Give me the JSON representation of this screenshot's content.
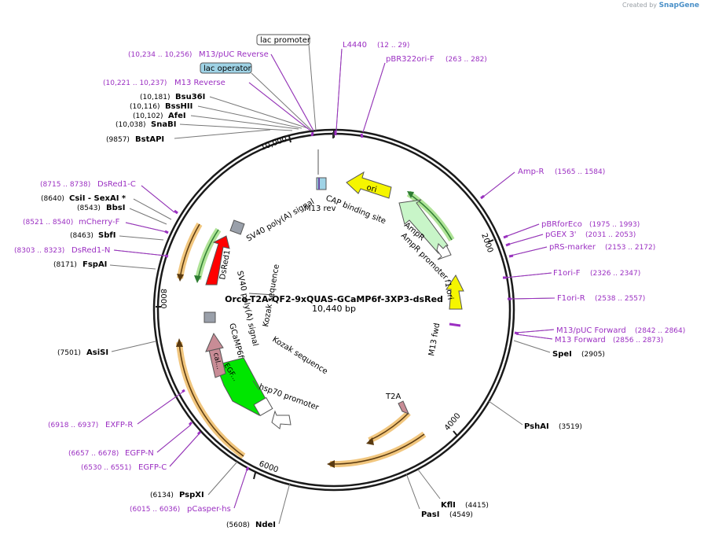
{
  "brand": {
    "prefix": "Created by",
    "name": "SnapGene"
  },
  "plasmid": {
    "name": "Orco-T2A-QF2-9xQUAS-GCaMP6f-3XP3-dsRed",
    "size_label": "10,440 bp",
    "length": 10440
  },
  "ticks": [
    {
      "label": "2000",
      "bp": 2000
    },
    {
      "label": "4000",
      "bp": 4000
    },
    {
      "label": "6000",
      "bp": 6000
    },
    {
      "label": "8000",
      "bp": 8000
    },
    {
      "label": "10,000",
      "bp": 10000
    }
  ],
  "boxed_labels": [
    {
      "name": "lac-promoter",
      "text": "lac promoter",
      "fill": "#ffffff",
      "bp": 10300
    },
    {
      "name": "lac-operator",
      "text": "lac operator",
      "fill": "#9fd3e6",
      "bp": 10250
    }
  ],
  "left_labels": [
    {
      "name": "m13-puc-reverse",
      "kind": "primer",
      "pos": "(10,234 .. 10,256)",
      "text": "M13/pUC Reverse",
      "bp": 10245
    },
    {
      "name": "m13-reverse",
      "kind": "primer",
      "pos": "(10,221 .. 10,237)",
      "text": "M13 Reverse",
      "bp": 10229
    },
    {
      "name": "bsu36i",
      "kind": "site",
      "pos": "(10,181)",
      "text": "Bsu36I",
      "bp": 10181
    },
    {
      "name": "bsshii",
      "kind": "site",
      "pos": "(10,116)",
      "text": "BssHII",
      "bp": 10116
    },
    {
      "name": "afei",
      "kind": "site",
      "pos": "(10,102)",
      "text": "AfeI",
      "bp": 10102
    },
    {
      "name": "snabi",
      "kind": "site",
      "pos": "(10,038)",
      "text": "SnaBI",
      "bp": 10038
    },
    {
      "name": "bstapi",
      "kind": "site",
      "pos": "(9857)",
      "text": "BstAPI",
      "bp": 9857
    },
    {
      "name": "dsred1-c",
      "kind": "primer",
      "pos": "(8715 .. 8738)",
      "text": "DsRed1-C",
      "bp": 8726
    },
    {
      "name": "csii-sexai",
      "kind": "site",
      "pos": "(8640)",
      "text": "CsiI  - SexAI *",
      "bp": 8640
    },
    {
      "name": "bbsi",
      "kind": "site",
      "pos": "(8543)",
      "text": "BbsI",
      "bp": 8543
    },
    {
      "name": "mcherry-f",
      "kind": "primer",
      "pos": "(8521 .. 8540)",
      "text": "mCherry-F",
      "bp": 8530
    },
    {
      "name": "sbfi",
      "kind": "site",
      "pos": "(8463)",
      "text": "SbfI",
      "bp": 8463
    },
    {
      "name": "dsred1-n",
      "kind": "primer",
      "pos": "(8303 .. 8323)",
      "text": "DsRed1-N",
      "bp": 8313
    },
    {
      "name": "fspai",
      "kind": "site",
      "pos": "(8171)",
      "text": "FspAI",
      "bp": 8171
    },
    {
      "name": "asisi",
      "kind": "site",
      "pos": "(7501)",
      "text": "AsiSI",
      "bp": 7501
    },
    {
      "name": "exfp-r",
      "kind": "primer",
      "pos": "(6918 .. 6937)",
      "text": "EXFP-R",
      "bp": 6927
    },
    {
      "name": "egfp-n",
      "kind": "primer",
      "pos": "(6657 .. 6678)",
      "text": "EGFP-N",
      "bp": 6667
    },
    {
      "name": "egfp-c",
      "kind": "primer",
      "pos": "(6530 .. 6551)",
      "text": "EGFP-C",
      "bp": 6540
    },
    {
      "name": "pspxi",
      "kind": "site",
      "pos": "(6134)",
      "text": "PspXI",
      "bp": 6134
    },
    {
      "name": "pcasper-hs",
      "kind": "primer",
      "pos": "(6015 .. 6036)",
      "text": "pCasper-hs",
      "bp": 6025
    },
    {
      "name": "ndei",
      "kind": "site",
      "pos": "(5608)",
      "text": "NdeI",
      "bp": 5608
    }
  ],
  "right_labels": [
    {
      "name": "l4440",
      "kind": "primer",
      "text": "L4440",
      "pos": "(12 .. 29)",
      "bp": 20
    },
    {
      "name": "pbr322ori-f",
      "kind": "primer",
      "text": "pBR322ori-F",
      "pos": "(263 .. 282)",
      "bp": 272
    },
    {
      "name": "amp-r",
      "kind": "primer",
      "text": "Amp-R",
      "pos": "(1565 .. 1584)",
      "bp": 1574
    },
    {
      "name": "pbrforeco",
      "kind": "primer",
      "text": "pBRforEco",
      "pos": "(1975 .. 1993)",
      "bp": 1984
    },
    {
      "name": "pgex-3",
      "kind": "primer",
      "text": "pGEX 3'",
      "pos": "(2031 .. 2053)",
      "bp": 2042
    },
    {
      "name": "prs-marker",
      "kind": "primer",
      "text": "pRS-marker",
      "pos": "(2153 .. 2172)",
      "bp": 2162
    },
    {
      "name": "f1ori-f",
      "kind": "primer",
      "text": "F1ori-F",
      "pos": "(2326 .. 2347)",
      "bp": 2336
    },
    {
      "name": "f1ori-r",
      "kind": "primer",
      "text": "F1ori-R",
      "pos": "(2538 .. 2557)",
      "bp": 2547
    },
    {
      "name": "m13-puc-forward",
      "kind": "primer",
      "text": "M13/pUC Forward",
      "pos": "(2842 .. 2864)",
      "bp": 2853
    },
    {
      "name": "m13-forward",
      "kind": "primer",
      "text": "M13 Forward",
      "pos": "(2856 .. 2873)",
      "bp": 2864
    },
    {
      "name": "spei",
      "kind": "site",
      "text": "SpeI",
      "pos": "(2905)",
      "bp": 2905
    },
    {
      "name": "pshai",
      "kind": "site",
      "text": "PshAI",
      "pos": "(3519)",
      "bp": 3519
    },
    {
      "name": "kfli",
      "kind": "site",
      "text": "KflI",
      "pos": "(4415)",
      "bp": 4415
    },
    {
      "name": "pasi",
      "kind": "site",
      "text": "PasI",
      "pos": "(4549)",
      "bp": 4549
    }
  ],
  "inner_labels": [
    {
      "name": "cap-binding-site",
      "text": "CAP binding site"
    },
    {
      "name": "m13-rev",
      "text": "M13 rev"
    },
    {
      "name": "sv40-polya-signal-top",
      "text": "SV40 poly(A) signal"
    },
    {
      "name": "ori",
      "text": "ori"
    },
    {
      "name": "ampr",
      "text": "AmpR"
    },
    {
      "name": "ampr-promoter",
      "text": "AmpR promoter"
    },
    {
      "name": "f1-ori",
      "text": "f1 ori"
    },
    {
      "name": "m13-fwd",
      "text": "M13 fwd"
    },
    {
      "name": "t2a",
      "text": "T2A"
    },
    {
      "name": "hsp70-promoter",
      "text": "hsp70 promoter"
    },
    {
      "name": "kozak-sequence-1",
      "text": "Kozak sequence"
    },
    {
      "name": "kozak-sequence-2",
      "text": "Kozak sequence"
    },
    {
      "name": "dsred1",
      "text": "DsRed1"
    },
    {
      "name": "sv40-polya-signal-left",
      "text": "SV40 poly(A) signal"
    },
    {
      "name": "gcamp6f",
      "text": "GCaMP6f"
    },
    {
      "name": "cal",
      "text": "cal..."
    },
    {
      "name": "egf",
      "text": "EGF..."
    }
  ],
  "colors": {
    "backbone": "#1a1a1a",
    "primer": "#9b2fc2",
    "ori": "#f5f500",
    "ampr": "#c8f5c8",
    "dsred": "#ff0000",
    "gfp": "#00e600",
    "cal": "#c88c96",
    "orf_green": "#2e7d32",
    "orf_orange": "#f0c070",
    "terminator": "#9aa0aa"
  }
}
